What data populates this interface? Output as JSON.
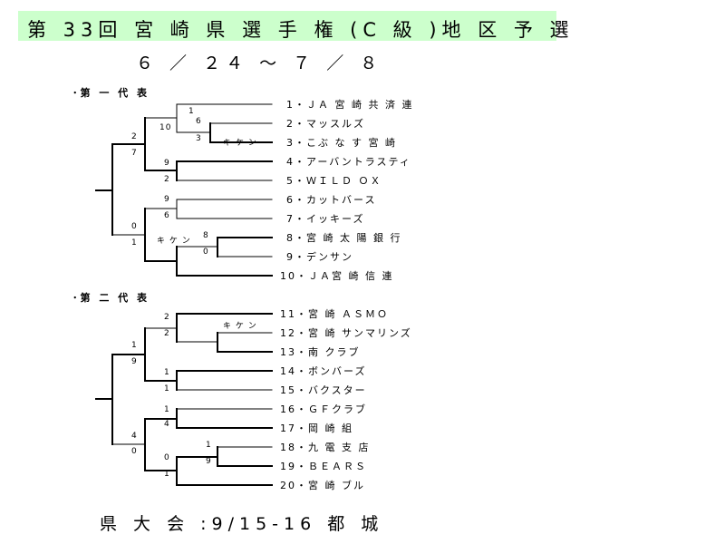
{
  "title": "第 33回 宮 崎 県 選 手 権 (C 級 )地 区 予 選",
  "dates": "６ ／ ２４ ～ ７ ／ ８",
  "footer": "県 大 会 :9/15-16  都 城",
  "sections": [
    {
      "label": "･第 一 代 表",
      "teams": [
        "1・ＪＡ 宮 崎 共 済 連",
        "2・マッスルズ",
        "3・こぶ な す 宮 崎",
        "4・アーバントラスティ",
        "5・ＷＩＬＤ ＯＸ",
        "6・カットバース",
        "7・イッキーズ",
        "8・宮 崎 太 陽 銀 行",
        "9・デンサン",
        "10・ＪＡ宮 崎 信 連"
      ],
      "scores": [
        "1",
        "10",
        "6",
        "3",
        "2",
        "7",
        "9",
        "2",
        "0",
        "1",
        "9",
        "6",
        "8",
        "0"
      ],
      "notes": [
        "キ ケ ン",
        "キ ケ ン"
      ]
    },
    {
      "label": "･第 二 代 表",
      "teams": [
        "11・宮 崎 ＡＳＭＯ",
        "12・宮 崎 サンマリンズ",
        "13・南 クラブ",
        "14・ボンバーズ",
        "15・バクスター",
        "16・ＧＦクラブ",
        "17・岡 崎 組",
        "18・九 電 支 店",
        "19・ＢＥＡＲＳ",
        "20・宮 崎 ブル"
      ],
      "scores": [
        "2",
        "2",
        "1",
        "9",
        "1",
        "1",
        "1",
        "4",
        "4",
        "0",
        "1",
        "9",
        "0",
        "1"
      ],
      "notes": [
        "キ ケ ン"
      ]
    }
  ]
}
